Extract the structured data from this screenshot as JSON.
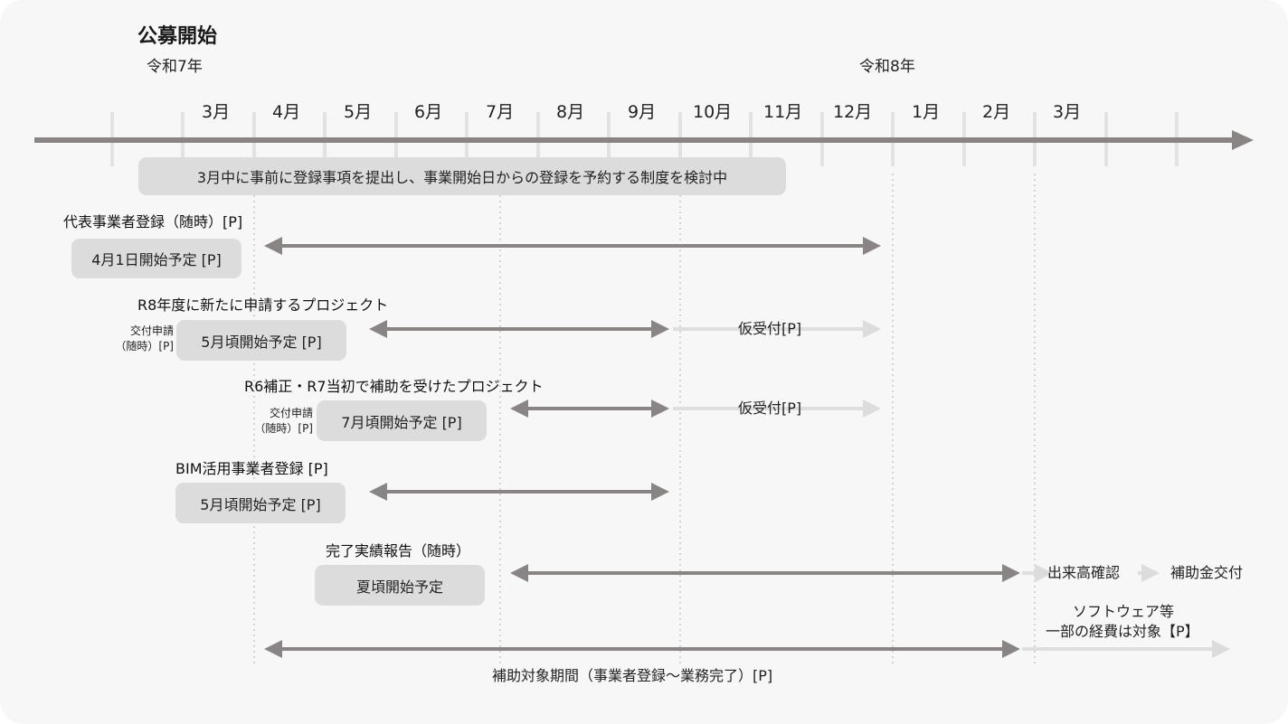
{
  "title": "公募開始",
  "era": {
    "r7": "令和7年",
    "r8": "令和8年"
  },
  "months": [
    "3月",
    "4月",
    "5月",
    "6月",
    "7月",
    "8月",
    "9月",
    "10月",
    "11月",
    "12月",
    "1月",
    "2月",
    "3月"
  ],
  "banner": "3月中に事前に登録事項を提出し、事業開始日からの登録を予約する制度を検討中",
  "rows": {
    "r1": {
      "header": "代表事業者登録（随時）[P]",
      "box": "4月1日開始予定 [P]"
    },
    "r2": {
      "header": "R8年度に新たに申請するプロジェクト",
      "small1": "交付申請",
      "small2": "（随時）[P]",
      "box": "5月頃開始予定 [P]",
      "after": "仮受付[P]"
    },
    "r3": {
      "header": "R6補正・R7当初で補助を受けたプロジェクト",
      "small1": "交付申請",
      "small2": "（随時）[P]",
      "box": "7月頃開始予定 [P]",
      "after": "仮受付[P]"
    },
    "r4": {
      "header": "BIM活用事業者登録 [P]",
      "box": "5月頃開始予定 [P]"
    },
    "r5": {
      "header": "完了実績報告（随時）",
      "box": "夏頃開始予定",
      "step1": "出来高確認",
      "step2": "補助金交付"
    },
    "r6": {
      "note1": "ソフトウェア等",
      "note2": "一部の経費は対象【P】",
      "caption": "補助対象期間（事業者登録～業務完了）[P]"
    }
  },
  "colors": {
    "dark": "#8a8585",
    "light": "#dedede",
    "box": "#dcdcdc",
    "tick": "#e2e2e2"
  },
  "icons": [
    "arrow-right-icon",
    "double-arrow-icon"
  ]
}
